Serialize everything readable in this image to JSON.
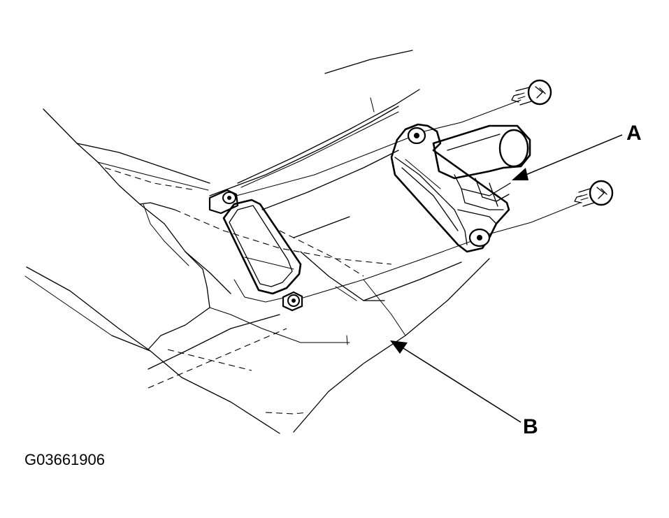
{
  "callouts": {
    "a": "A",
    "b": "B"
  },
  "figure_id": "G03661906",
  "colors": {
    "line": "#000000",
    "background": "#ffffff"
  }
}
